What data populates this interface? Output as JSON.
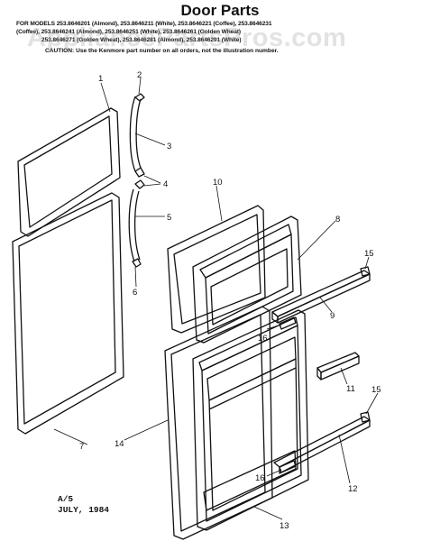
{
  "header": {
    "title": "Door Parts",
    "models_line1": "FOR MODELS 253.8646201 (Almond), 253.8646211 (White), 253.8646221 (Coffee), 253.8646231",
    "models_line2": "(Coffee), 253.8646241 (Almond), 253.8646251 (White), 253.8646261 (Golden Wheat)",
    "models_line3": "253.8646271 (Golden Wheat), 253.8646281 (Almond), 253.8646291 (White)",
    "caution": "CAUTION: Use the Kenmore part number on all orders, not the illustration number."
  },
  "watermark": "AppliancePartsPros.com",
  "callouts": [
    "1",
    "2",
    "3",
    "4",
    "5",
    "6",
    "7",
    "8",
    "9",
    "10",
    "11",
    "12",
    "13",
    "14",
    "15",
    "15",
    "16",
    "16"
  ],
  "footer": {
    "code": "A/5",
    "date": "JULY, 1984"
  }
}
